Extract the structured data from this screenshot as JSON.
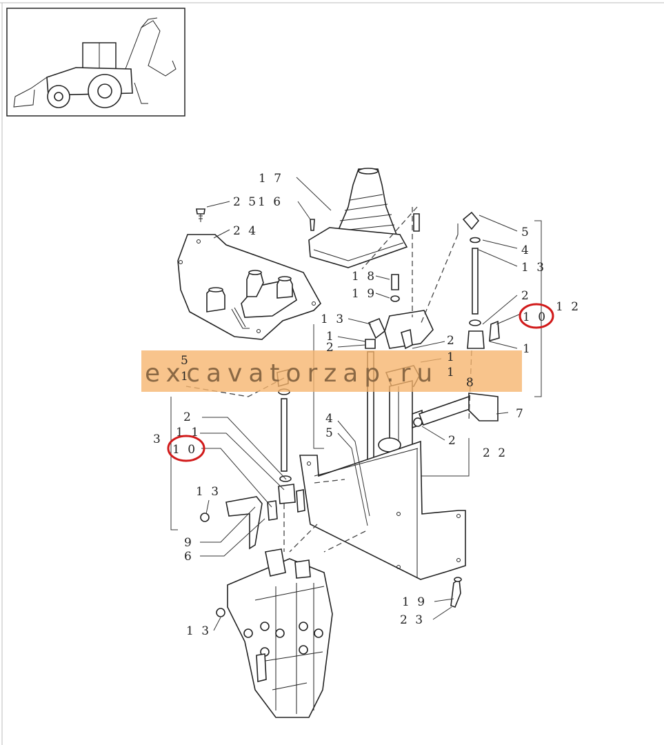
{
  "watermark": {
    "text": "excavatorzap.ru"
  },
  "colors": {
    "highlight": "#d11a1a",
    "watermark_band": "#f6b46c",
    "line": "#222222"
  },
  "thumbnail": {
    "icon": "backhoe-loader-icon"
  },
  "labels": {
    "l17": "1 7",
    "l2516": "2 51 6",
    "l24": "2 4",
    "l5a": "5",
    "l4a": "4",
    "l13a": "1 3",
    "l2a": "2",
    "l10a": "1 0",
    "l12": "1 2",
    "l1a": "1",
    "l18": "1 8",
    "l19a": "1 9",
    "l13b": "1 3",
    "l1b": "1",
    "l2b": "2",
    "l2c": "2",
    "l1c": "1",
    "l1d": "1",
    "l8": "8",
    "l5b": "5",
    "l1e": "1",
    "l7": "7",
    "l2d": "2",
    "l11": "1 1",
    "l3": "3",
    "l10b": "1 0",
    "l4b": "4",
    "l5c": "5",
    "l2e": "2",
    "l22": "2 2",
    "l13c": "1 3",
    "l9": "9",
    "l6": "6",
    "l19b": "1 9",
    "l23": "2 3",
    "l13d": "1 3"
  }
}
